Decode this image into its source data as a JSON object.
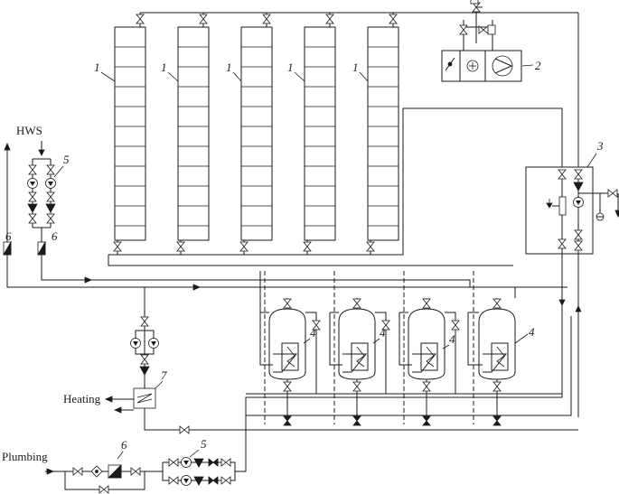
{
  "labels": {
    "hws": "HWS",
    "heating": "Heating",
    "plumbing": "Plumbing"
  },
  "markers": {
    "collector": "1",
    "air_handler": "2",
    "pump_station": "3",
    "storage_tank": "4",
    "pump_pair": "5",
    "meter": "6",
    "heat_exchanger": "7"
  },
  "icons": [
    "gate-valve-icon",
    "check-valve-icon",
    "pump-icon",
    "flow-meter-icon",
    "filter-icon",
    "fan-icon",
    "heater-icon",
    "coil-icon",
    "arrow-icon"
  ]
}
